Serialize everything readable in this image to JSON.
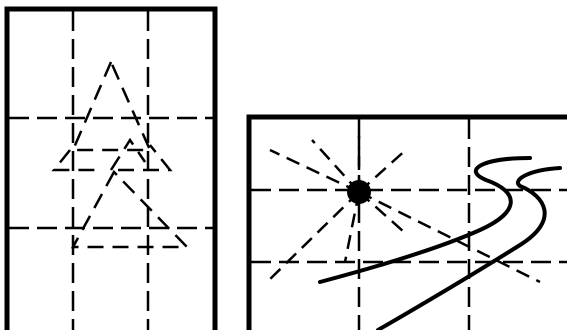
{
  "diagram": {
    "panels": [
      {
        "name": "portrait-grid",
        "subject": "triangle-tree-icon",
        "grid": "3x3"
      },
      {
        "name": "landscape-grid",
        "subject": "sun-and-road-icon",
        "grid": "3x3"
      }
    ],
    "colors": {
      "ink": "#000000",
      "background": "#ffffff"
    }
  }
}
